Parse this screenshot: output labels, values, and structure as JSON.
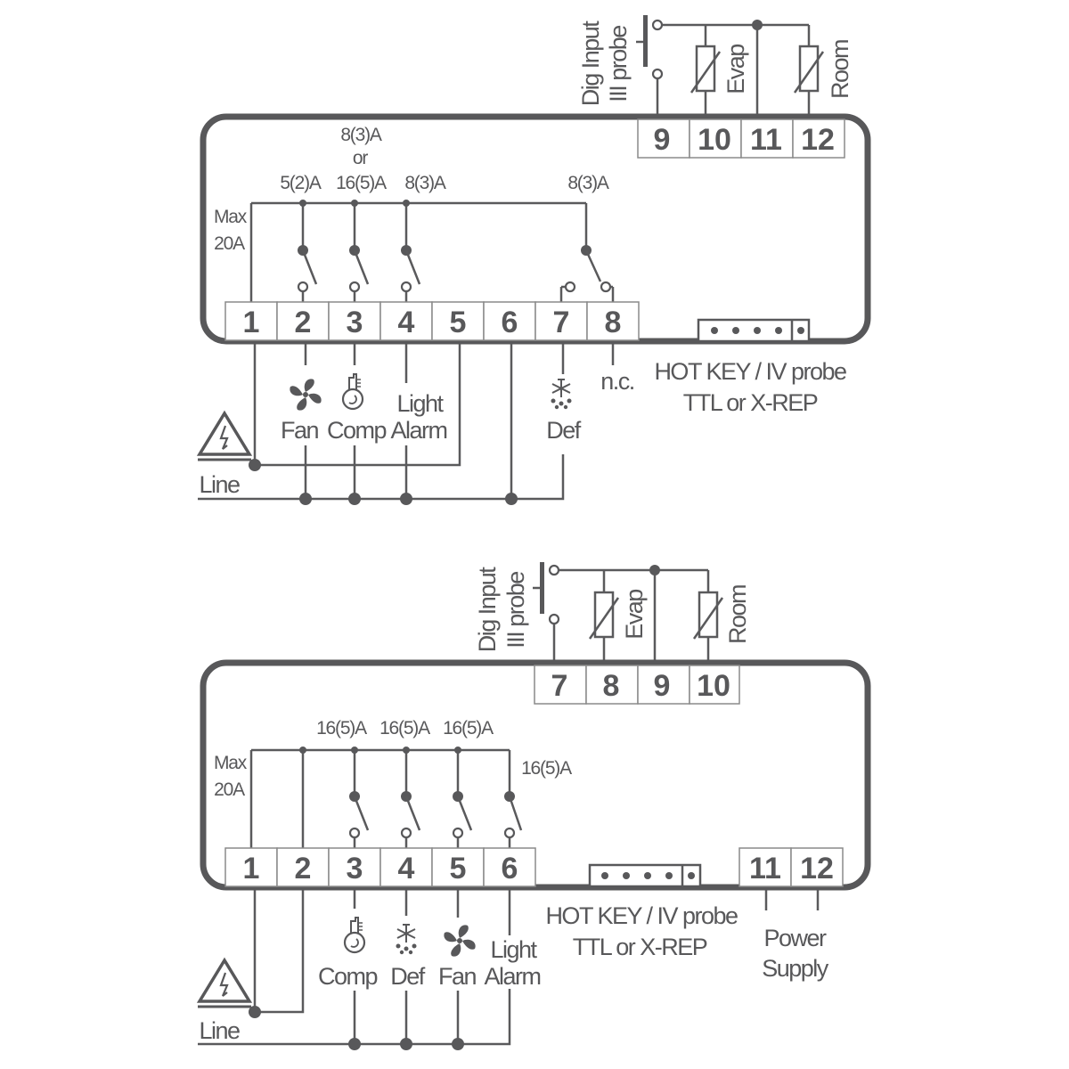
{
  "diagram_top": {
    "terminals_bottom": [
      "1",
      "2",
      "3",
      "4",
      "5",
      "6",
      "7",
      "8"
    ],
    "terminals_top": [
      "9",
      "10",
      "11",
      "12"
    ],
    "ratings": {
      "fan": "5(2)A",
      "comp_line1": "8(3)A",
      "comp_or": "or",
      "comp_line2": "16(5)A",
      "light": "8(3)A",
      "def": "8(3)A"
    },
    "max_line1": "Max",
    "max_line2": "20A",
    "loads": {
      "fan": "Fan",
      "comp": "Comp",
      "light": "Light",
      "alarm": "Alarm",
      "def": "Def",
      "nc": "n.c."
    },
    "hotkey_line1": "HOT KEY / IV probe",
    "hotkey_line2": "TTL or X-REP",
    "line_label": "Line",
    "probes": {
      "dig_input": "Dig Input",
      "iii_probe": "III probe",
      "evap": "Evap",
      "room": "Room"
    }
  },
  "diagram_bottom": {
    "terminals_bottom": [
      "1",
      "2",
      "3",
      "4",
      "5",
      "6"
    ],
    "terminals_top": [
      "7",
      "8",
      "9",
      "10"
    ],
    "terminals_power": [
      "11",
      "12"
    ],
    "ratings": [
      "16(5)A",
      "16(5)A",
      "16(5)A",
      "16(5)A"
    ],
    "max_line1": "Max",
    "max_line2": "20A",
    "loads": {
      "comp": "Comp",
      "def": "Def",
      "fan": "Fan",
      "light": "Light",
      "alarm": "Alarm"
    },
    "hotkey_line1": "HOT KEY / IV probe",
    "hotkey_line2": "TTL or X-REP",
    "power_line1": "Power",
    "power_line2": "Supply",
    "line_label": "Line",
    "probes": {
      "dig_input": "Dig Input",
      "iii_probe": "III probe",
      "evap": "Evap",
      "room": "Room"
    }
  }
}
